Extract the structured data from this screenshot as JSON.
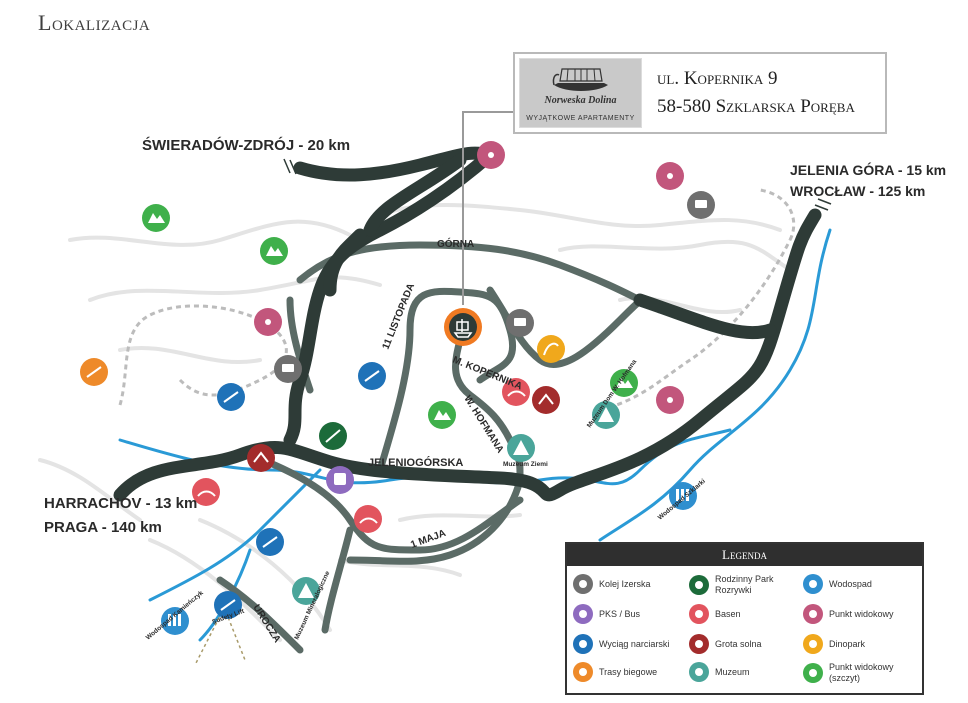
{
  "title": "Lokalizacja",
  "address": {
    "brand_name": "Norweska Dolina",
    "tagline": "WYJĄTKOWE APARTAMENTY",
    "line1": "ul. Kopernika 9",
    "line2": "58-580 Szklarska Poręba"
  },
  "directions": {
    "northwest": "ŚWIERADÓW-ZDRÓJ - 20 km",
    "east_1": "JELENIA GÓRA - 15 km",
    "east_2": "WROCŁAW - 125 km",
    "west_1": "HARRACHOV - 13 km",
    "west_2": "PRAGA - 140 km"
  },
  "streets": {
    "gorna": "GÓRNA",
    "listopada": "11 LISTOPADA",
    "m_kopernika": "M. KOPERNIKA",
    "w_hofmana": "W. HOFMANA",
    "jeleniogorska": "JELENIOGÓRSKA",
    "maja": "1 MAJA",
    "urocza": "UROCZA"
  },
  "place_labels": {
    "muzeum_hofmana": "Muzeum Dom W. Hofmana",
    "muzeum_ziemi": "Muzeum Ziemi",
    "wodospad_szklarki": "Wodospad Szklarki",
    "muzeum_mineralogiczne": "Muzeum Mineralogiczne",
    "wodospad_kamienczyk": "Wodospad Kamieńczyk",
    "sudety_lift": "Sudety Lift"
  },
  "legend": {
    "title": "Legenda",
    "items": [
      {
        "label": "Kolej Izerska",
        "icon": "train-icon",
        "color": "#6f6f6f"
      },
      {
        "label": "Rodzinny Park Rozrywki",
        "icon": "slide-icon",
        "color": "#1c6b3a"
      },
      {
        "label": "Wodospad",
        "icon": "waterfall-icon",
        "color": "#2f8fcf"
      },
      {
        "label": "PKS / Bus",
        "icon": "bus-icon",
        "color": "#8e6bbf"
      },
      {
        "label": "Basen",
        "icon": "swimmer-icon",
        "color": "#e2545e"
      },
      {
        "label": "Punkt widokowy",
        "icon": "viewpoint-icon",
        "color": "#c2567c"
      },
      {
        "label": "Wyciąg narciarski",
        "icon": "skier-icon",
        "color": "#1f72b8"
      },
      {
        "label": "Grota solna",
        "icon": "salt-cave-icon",
        "color": "#a32c2c"
      },
      {
        "label": "Dinopark",
        "icon": "dinosaur-icon",
        "color": "#f0a81c"
      },
      {
        "label": "Trasy biegowe",
        "icon": "cross-country-icon",
        "color": "#ee8a2a"
      },
      {
        "label": "Muzeum",
        "icon": "museum-icon",
        "color": "#4aa59a"
      },
      {
        "label": "Punkt widokowy (szczyt)",
        "icon": "mountain-icon",
        "color": "#3fb04b"
      }
    ]
  },
  "colors": {
    "main_road": "#2e3b37",
    "secondary_road": "#5b6b66",
    "river": "#2a9ad6",
    "hotel": "#f07a22"
  }
}
